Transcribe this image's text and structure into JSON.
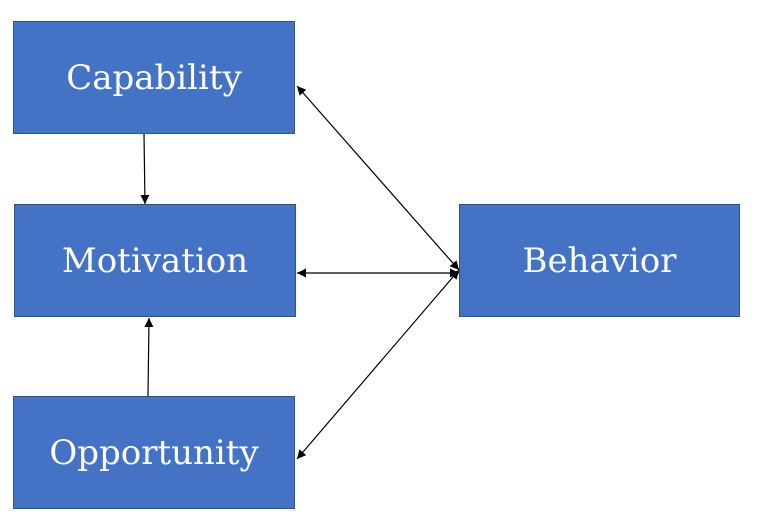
{
  "nodes": {
    "capability": "Capability",
    "motivation": "Motivation",
    "opportunity": "Opportunity",
    "behavior": "Behavior"
  },
  "edges": [
    {
      "from": "Capability",
      "to": "Motivation",
      "direction": "forward"
    },
    {
      "from": "Opportunity",
      "to": "Motivation",
      "direction": "forward"
    },
    {
      "from": "Capability",
      "to": "Behavior",
      "direction": "both"
    },
    {
      "from": "Motivation",
      "to": "Behavior",
      "direction": "both"
    },
    {
      "from": "Opportunity",
      "to": "Behavior",
      "direction": "both"
    }
  ],
  "colors": {
    "node_fill": "#4472c4",
    "node_border": "#2f528f",
    "node_text": "#ffffff",
    "arrow": "#000000"
  }
}
